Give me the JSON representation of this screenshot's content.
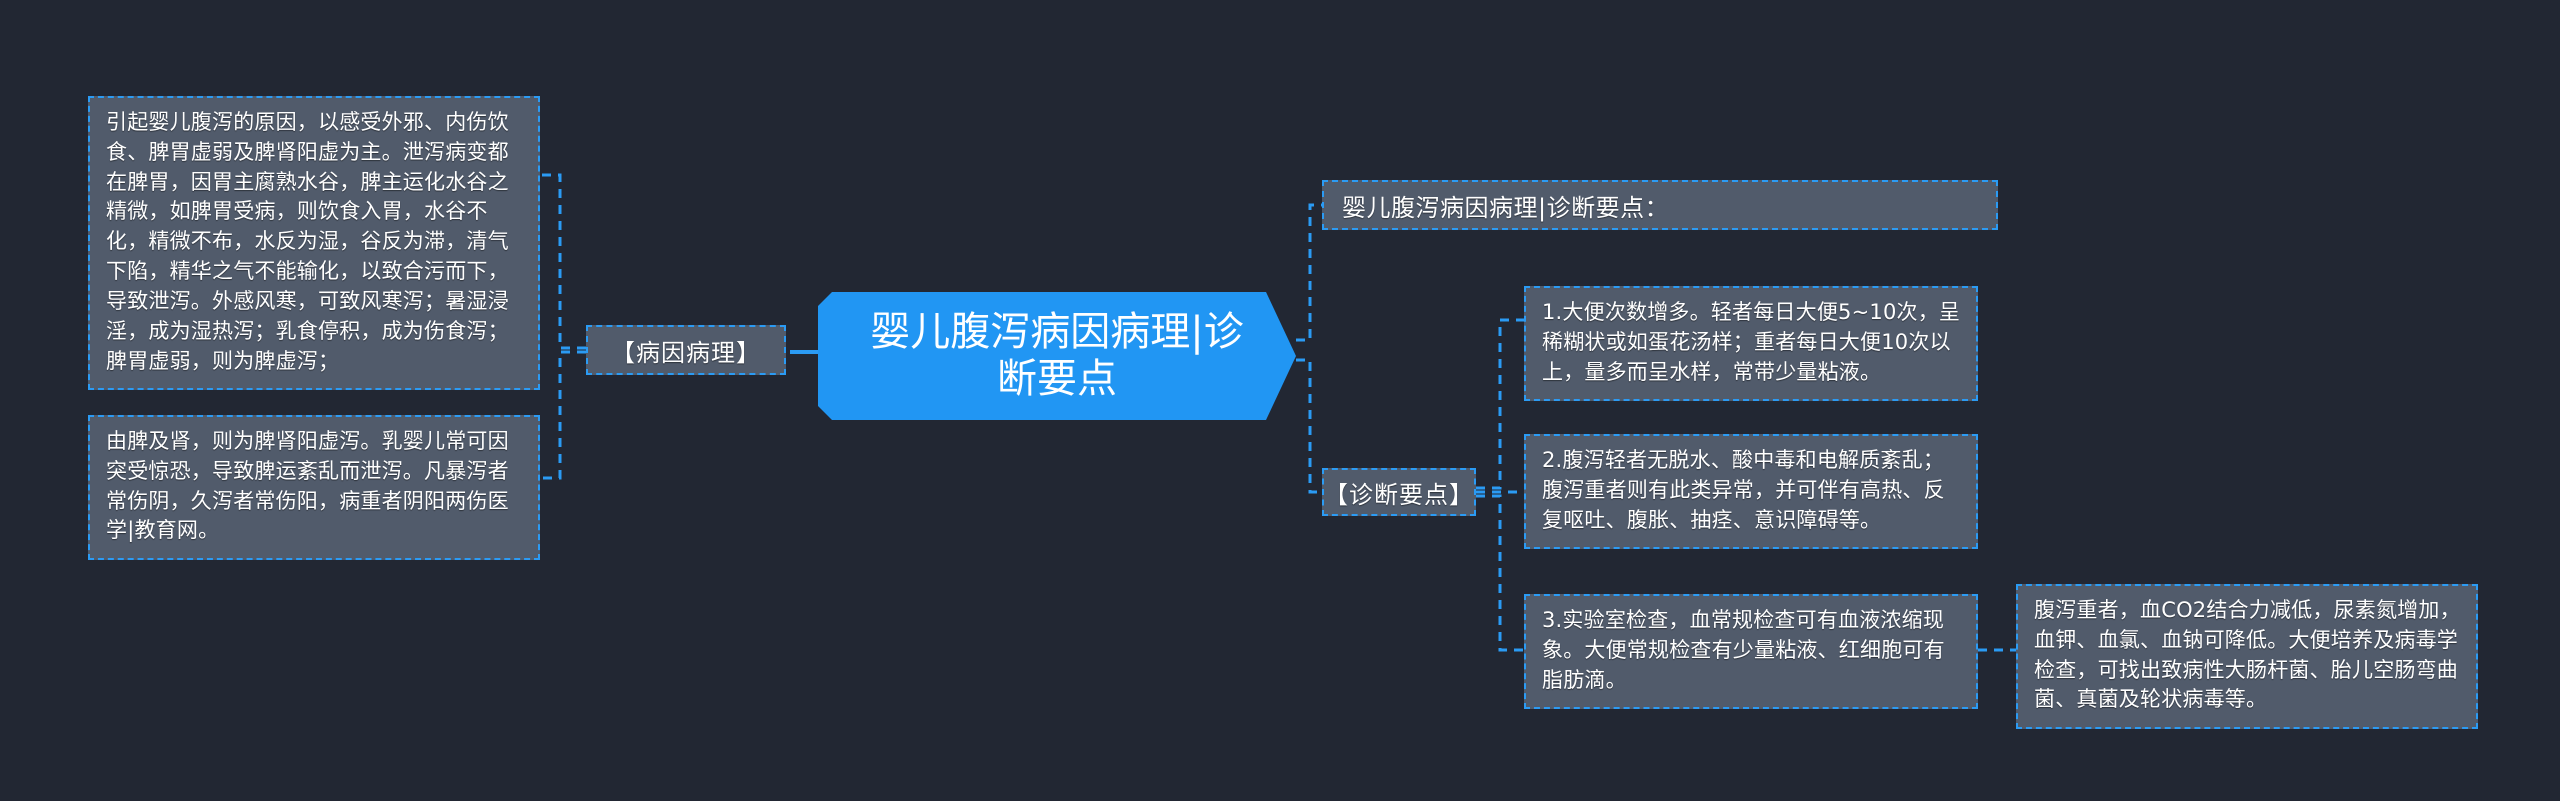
{
  "theme": {
    "background": "#222733",
    "card_bg": "#515b6b",
    "accent": "#2b9bf4",
    "root_bg": "#2196f3",
    "text": "#ffffff"
  },
  "root": {
    "label": "婴儿腹泻病因病理|诊断要点"
  },
  "headline": {
    "label": "婴儿腹泻病因病理|诊断要点："
  },
  "branches": [
    {
      "id": "etiology",
      "label": "【病因病理】",
      "notes": [
        {
          "id": "etiology-note-1",
          "text": "引起婴儿腹泻的原因，以感受外邪、内伤饮食、脾胃虚弱及脾肾阳虚为主。泄泻病变都在脾胃，因胃主腐熟水谷，脾主运化水谷之精微，如脾胃受病，则饮食入胃，水谷不化，精微不布，水反为湿，谷反为滞，清气下陷，精华之气不能输化，以致合污而下，导致泄泻。外感风寒，可致风寒泻；暑湿浸淫，成为湿热泻；乳食停积，成为伤食泻；脾胃虚弱，则为脾虚泻；"
        },
        {
          "id": "etiology-note-2",
          "text": "由脾及肾，则为脾肾阳虚泻。乳婴儿常可因突受惊恐，导致脾运紊乱而泄泻。凡暴泻者常伤阴，久泻者常伤阳，病重者阴阳两伤医学|教育网。"
        }
      ]
    },
    {
      "id": "diagnosis",
      "label": "【诊断要点】",
      "notes": [
        {
          "id": "diagnosis-note-1",
          "text": "1.大便次数增多。轻者每日大便5~10次，呈稀糊状或如蛋花汤样；重者每日大便10次以上，量多而呈水样，常带少量粘液。"
        },
        {
          "id": "diagnosis-note-2",
          "text": "2.腹泻轻者无脱水、酸中毒和电解质紊乱；腹泻重者则有此类异常，并可伴有高热、反复呕吐、腹胀、抽痉、意识障碍等。"
        },
        {
          "id": "diagnosis-note-3",
          "text": "3.实验室检查，血常规检查可有血液浓缩现象。大便常规检查有少量粘液、红细胞可有脂肪滴。",
          "sub": {
            "id": "diagnosis-note-3-sub",
            "text": "腹泻重者，血CO2结合力减低，尿素氮增加，血钾、血氯、血钠可降低。大便培养及病毒学检查，可找出致病性大肠杆菌、胎儿空肠弯曲菌、真菌及轮状病毒等。"
          }
        }
      ]
    }
  ]
}
